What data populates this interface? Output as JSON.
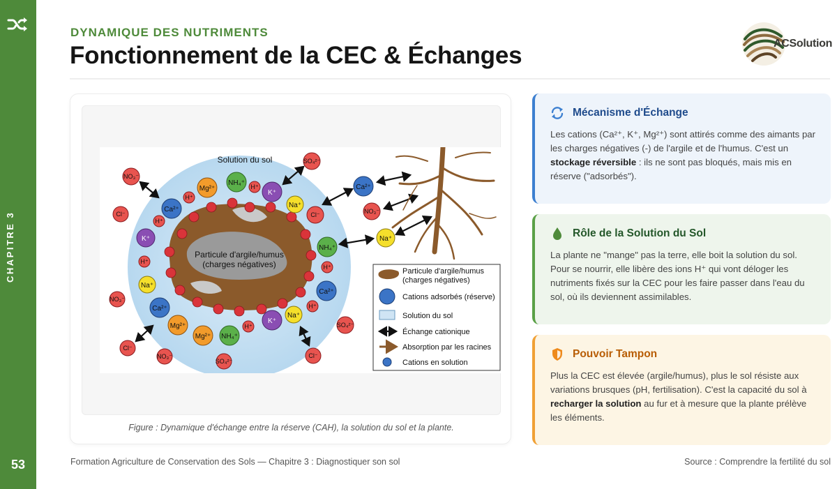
{
  "sidebar": {
    "chapter": "CHAPITRE 3",
    "page_number": "53"
  },
  "header": {
    "kicker": "DYNAMIQUE DES NUTRIMENTS",
    "title": "Fonctionnement de la CEC & Échanges",
    "logo_text": "ACSolution"
  },
  "figure": {
    "caption": "Figure : Dynamique d'échange entre la réserve (CAH), la solution du sol et la plante.",
    "labels": {
      "solution": "Solution du sol",
      "particle_line1": "Particule d'argile/humus",
      "particle_line2": "(charges négatives)"
    },
    "legend": [
      "Particule d'argile/humus",
      "(charges négatives)",
      "Cations adsorbés (réserve)",
      "Solution du sol",
      "Échange cationique",
      "Absorption par les racines",
      "Cations en solution"
    ]
  },
  "cards": [
    {
      "title": "Mécanisme d'Échange",
      "icon": "sync-icon",
      "text_1": "Les cations (Ca²⁺, K⁺, Mg²⁺) sont attirés comme des aimants par les charges négatives (-) de l'argile et de l'humus. C'est un ",
      "bold": "stockage réversible",
      "text_2": " : ils ne sont pas bloqués, mais mis en réserve (\"adsorbés\")."
    },
    {
      "title": "Rôle de la Solution du Sol",
      "icon": "droplet-icon",
      "text_1": "La plante ne \"mange\" pas la terre, elle boit la solution du sol. Pour se nourrir, elle libère des ions H⁺ qui vont déloger les nutriments fixés sur la CEC pour les faire passer dans l'eau du sol, où ils deviennent assimilables."
    },
    {
      "title": "Pouvoir Tampon",
      "icon": "shield-icon",
      "text_1": "Plus la CEC est élevée (argile/humus), plus le sol résiste aux variations brusques (pH, fertilisation). C'est la capacité du sol à ",
      "bold": "recharger la solution",
      "text_2": " au fur et à mesure que la plante prélève les éléments."
    }
  ],
  "footer": {
    "left": "Formation Agriculture de Conservation des Sols — Chapitre 3 : Diagnostiquer son sol",
    "right": "Source : Comprendre la fertilité du sol"
  },
  "colors": {
    "green": "#4e8a3a",
    "blue": "#3c7fd0",
    "orange": "#f0a035"
  }
}
